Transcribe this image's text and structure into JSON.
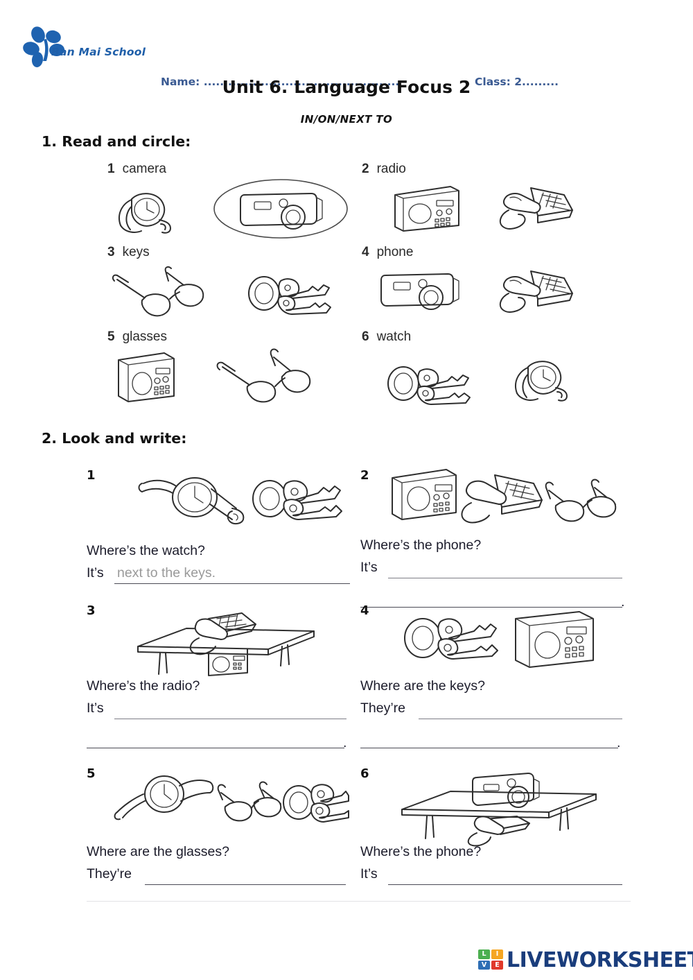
{
  "header": {
    "school_name": "Ban Mai School",
    "name_field": "Name: ................................................",
    "class_field": "Class: 2.........",
    "logo_icon": "flower-logo-icon"
  },
  "title": "Unit 6. Language Focus 2",
  "subtitle": "IN/ON/NEXT TO",
  "section1": {
    "heading": "1. Read and circle:",
    "items": [
      {
        "num": "1",
        "word": "camera",
        "left_pic": "watch",
        "right_pic": "camera",
        "circled": "right"
      },
      {
        "num": "2",
        "word": "radio",
        "left_pic": "radio",
        "right_pic": "phone",
        "circled": "none"
      },
      {
        "num": "3",
        "word": "keys",
        "left_pic": "glasses",
        "right_pic": "keys",
        "circled": "none"
      },
      {
        "num": "4",
        "word": "phone",
        "left_pic": "camera",
        "right_pic": "phone",
        "circled": "none"
      },
      {
        "num": "5",
        "word": "glasses",
        "left_pic": "radio",
        "right_pic": "glasses",
        "circled": "none"
      },
      {
        "num": "6",
        "word": "watch",
        "left_pic": "keys",
        "right_pic": "watch",
        "circled": "none"
      }
    ]
  },
  "section2": {
    "heading": "2. Look and write:",
    "questions": [
      {
        "num": "1",
        "scene": "watch-next-to-keys",
        "question": "Where’s the watch?",
        "prompt": "It’s",
        "answer": "next to the keys.",
        "answer_filled": true,
        "second_line": false,
        "period": ""
      },
      {
        "num": "2",
        "scene": "radio-phone-glasses",
        "question": "Where’s the phone?",
        "prompt": "It’s",
        "answer": "",
        "answer_filled": false,
        "second_line": true,
        "period": "."
      },
      {
        "num": "3",
        "scene": "phone-on-table-radio-under",
        "question": "Where’s the radio?",
        "prompt": "It’s",
        "answer": "",
        "answer_filled": false,
        "second_line": true,
        "period": "."
      },
      {
        "num": "4",
        "scene": "keys-next-to-radio",
        "question": "Where are the keys?",
        "prompt": "They’re",
        "answer": "",
        "answer_filled": false,
        "second_line": true,
        "period": "."
      },
      {
        "num": "5",
        "scene": "watch-glasses-keys",
        "question": "Where are the glasses?",
        "prompt": "They’re",
        "answer": "",
        "answer_filled": false,
        "second_line": false,
        "period": ""
      },
      {
        "num": "6",
        "scene": "camera-on-table-phone-under",
        "question": "Where’s the phone?",
        "prompt": "It’s",
        "answer": "",
        "answer_filled": false,
        "second_line": false,
        "period": ""
      }
    ]
  },
  "footer": {
    "logo_cells": [
      {
        "letter": "L",
        "color": "#4CAF50"
      },
      {
        "letter": "I",
        "color": "#F5A623"
      },
      {
        "letter": "V",
        "color": "#2E6EB5"
      },
      {
        "letter": "E",
        "color": "#E0392B"
      }
    ],
    "wordmark": "LIVEWORKSHEETS"
  },
  "colors": {
    "brand_blue": "#1f5fa9",
    "field_blue": "#3a5a92",
    "ink": "#1c1c2b",
    "answer_grey": "#9a9a9a",
    "lw_navy": "#1a3d7c"
  }
}
